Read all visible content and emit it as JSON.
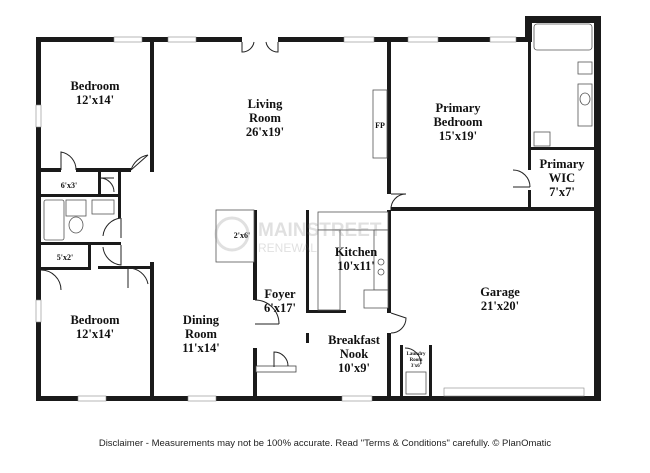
{
  "rooms": {
    "bedroom_top": {
      "name": "Bedroom",
      "dim": "12'x14'"
    },
    "closet_top": {
      "dim": "6'x3'"
    },
    "closet_bath": {
      "dim": "5'x2'"
    },
    "bedroom_bottom": {
      "name": "Bedroom",
      "dim": "12'x14'"
    },
    "living": {
      "name_line1": "Living",
      "name_line2": "Room",
      "dim": "26'x19'"
    },
    "fireplace": {
      "label": "FP"
    },
    "pantry": {
      "dim": "2'x6'"
    },
    "primary": {
      "name_line1": "Primary",
      "name_line2": "Bedroom",
      "dim": "15'x19'"
    },
    "primary_wic": {
      "name_line1": "Primary",
      "name_line2": "WIC",
      "dim": "7'x7'"
    },
    "kitchen": {
      "name": "Kitchen",
      "dim": "10'x11'"
    },
    "foyer": {
      "name": "Foyer",
      "dim": "6'x17'"
    },
    "dining": {
      "name_line1": "Dining",
      "name_line2": "Room",
      "dim": "11'x14'"
    },
    "breakfast": {
      "name_line1": "Breakfast",
      "name_line2": "Nook",
      "dim": "10'x9'"
    },
    "garage": {
      "name": "Garage",
      "dim": "21'x20'"
    },
    "laundry": {
      "name_line1": "Laundry",
      "name_line2": "Room",
      "dim": "3'x6'"
    }
  },
  "watermark": {
    "line1": "MAINSTREET",
    "line2": "RENEWAL"
  },
  "disclaimer": "Disclaimer - Measurements may not be 100% accurate. Read \"Terms & Conditions\" carefully. © PlanOmatic"
}
